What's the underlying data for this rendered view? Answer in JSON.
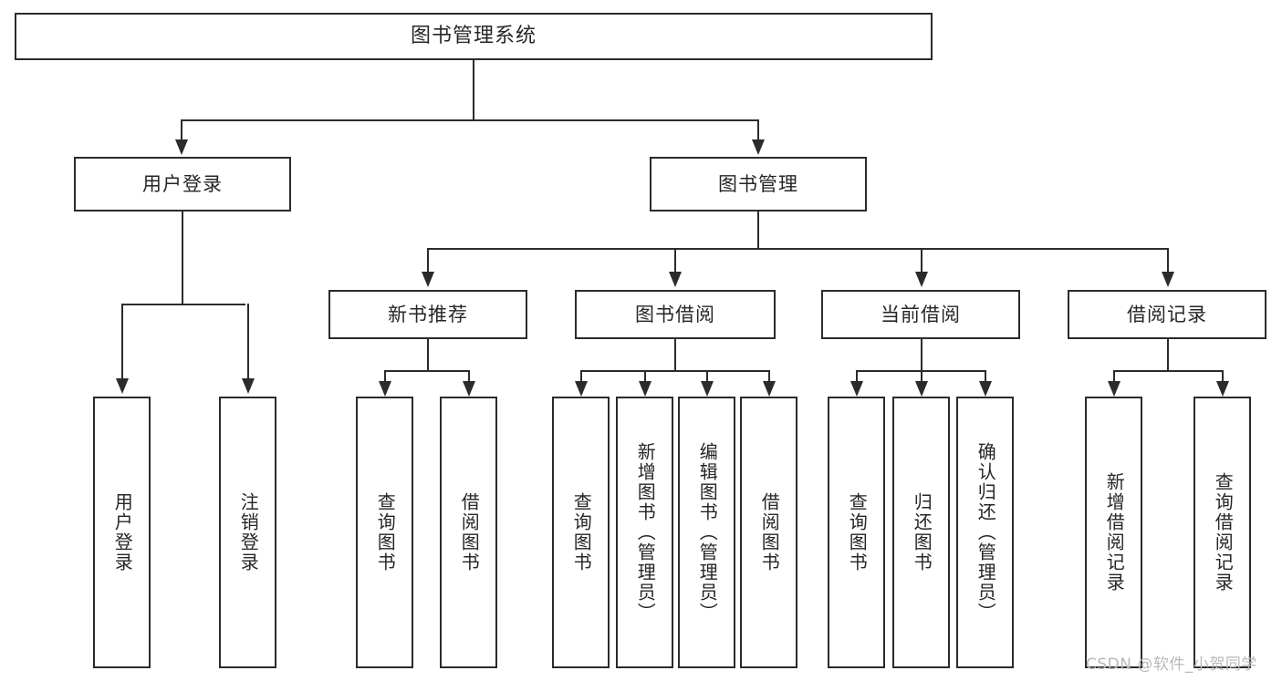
{
  "diagram": {
    "title": "图书管理系统",
    "watermark": "CSDN @软件_小贺同学",
    "root": {
      "label": "图书管理系统"
    },
    "level2": [
      {
        "label": "用户登录"
      },
      {
        "label": "图书管理"
      }
    ],
    "level3": [
      {
        "label": "新书推荐"
      },
      {
        "label": "图书借阅"
      },
      {
        "label": "当前借阅"
      },
      {
        "label": "借阅记录"
      }
    ],
    "leaves": {
      "user_login": [
        {
          "label": "用户登录"
        },
        {
          "label": "注销登录"
        }
      ],
      "new_book": [
        {
          "label": "查询图书"
        },
        {
          "label": "借阅图书"
        }
      ],
      "borrow_book": [
        {
          "label": "查询图书"
        },
        {
          "label": "新增图书（管理员）"
        },
        {
          "label": "编辑图书（管理员）"
        },
        {
          "label": "借阅图书"
        }
      ],
      "current_borrow": [
        {
          "label": "查询图书"
        },
        {
          "label": "归还图书"
        },
        {
          "label": "确认归还（管理员）"
        }
      ],
      "borrow_record": [
        {
          "label": "新增借阅记录"
        },
        {
          "label": "查询借阅记录"
        }
      ]
    },
    "colors": {
      "stroke": "#2b2b2b",
      "text": "#262626",
      "background": "#ffffff",
      "watermark": "#b9b9b9"
    }
  }
}
